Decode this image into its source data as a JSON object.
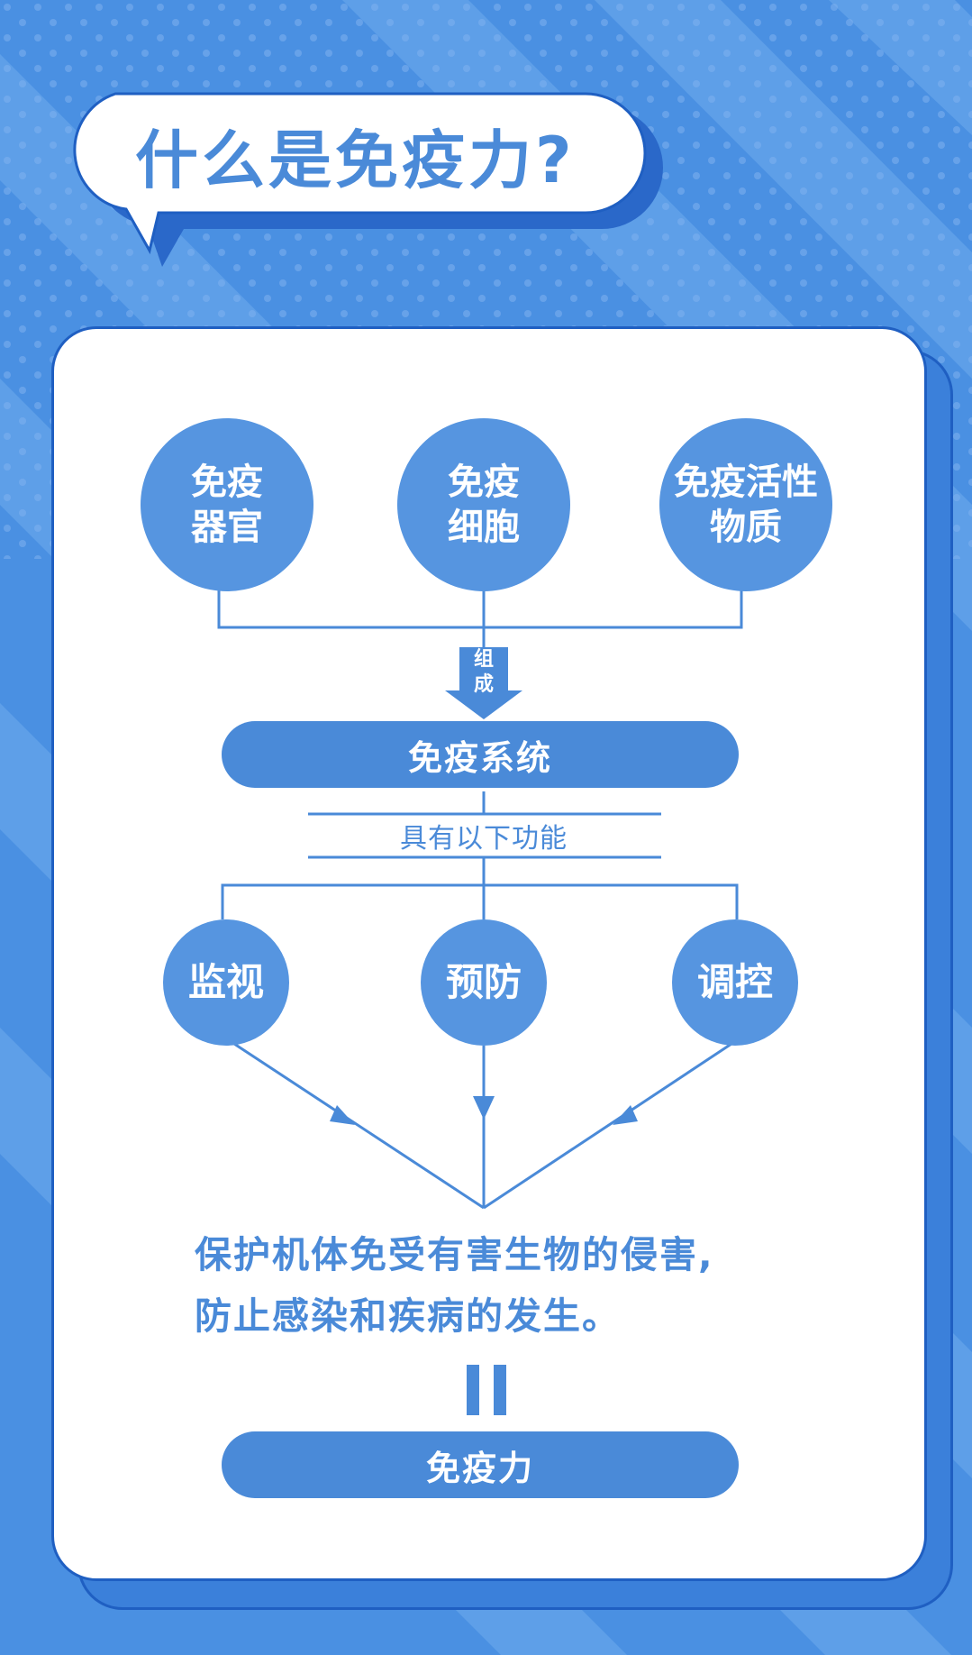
{
  "title": "什么是免疫力?",
  "components": [
    {
      "lines": [
        "免疫",
        "器官"
      ]
    },
    {
      "lines": [
        "免疫",
        "细胞"
      ]
    },
    {
      "lines": [
        "免疫活性",
        "物质"
      ]
    }
  ],
  "compose_label": [
    "组",
    "成"
  ],
  "system_label": "免疫系统",
  "function_label": "具有以下功能",
  "functions": [
    "监视",
    "预防",
    "调控"
  ],
  "result_lines": [
    "保护机体免受有害生物的侵害,",
    "防止感染和疾病的发生。"
  ],
  "final_label": "免疫力",
  "colors": {
    "background": "#4a90e2",
    "accent": "#4a8ad8",
    "circle": "#5695e0",
    "border": "#1f5fc2",
    "card": "#ffffff"
  }
}
